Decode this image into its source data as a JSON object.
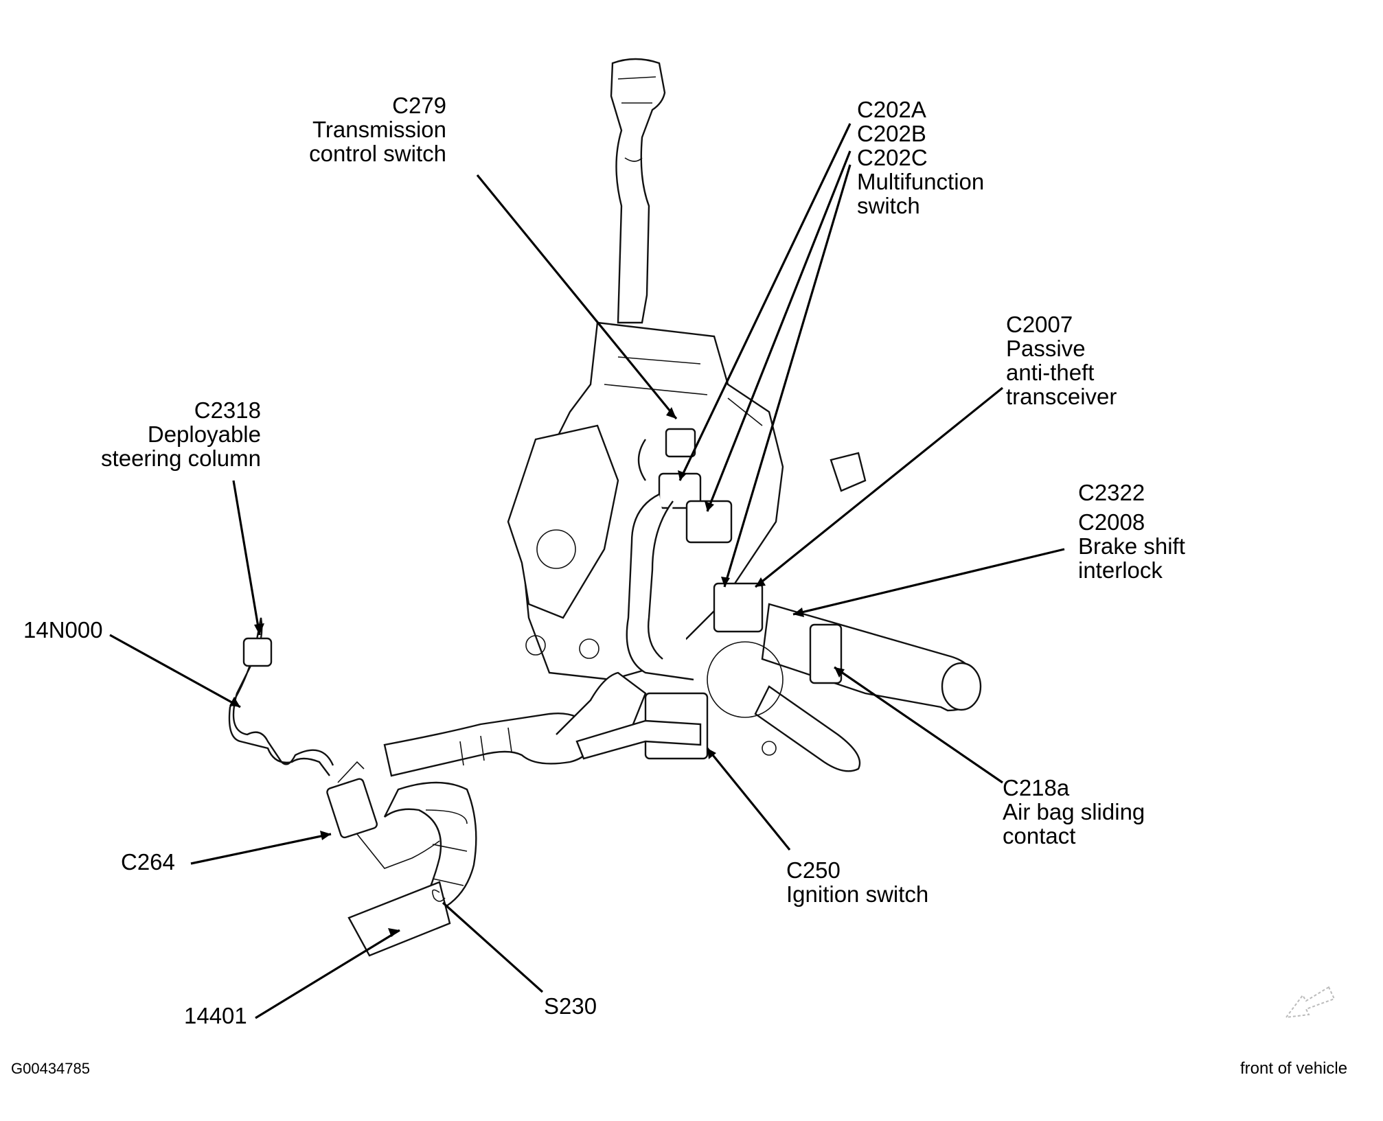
{
  "labels": {
    "c279": [
      "C279",
      "Transmission",
      "control switch"
    ],
    "c202": [
      "C202A",
      "C202B",
      "C202C",
      "Multifunction",
      "switch"
    ],
    "c2007": [
      "C2007",
      "Passive",
      "anti-theft",
      "transceiver"
    ],
    "c2318": [
      "C2318",
      "Deployable",
      "steering column"
    ],
    "c2322": [
      "C2322",
      "C2008",
      "Brake shift",
      "interlock"
    ],
    "n14n000": "14N000",
    "c218a": [
      "C218a",
      "Air bag sliding",
      "contact"
    ],
    "c264": "C264",
    "c250": [
      "C250",
      "Ignition switch"
    ],
    "n14401": "14401",
    "s230": "S230",
    "figure_id": "G00434785",
    "orientation": "front of vehicle"
  },
  "icons": {
    "orientation_arrow": "arrow-icon"
  }
}
